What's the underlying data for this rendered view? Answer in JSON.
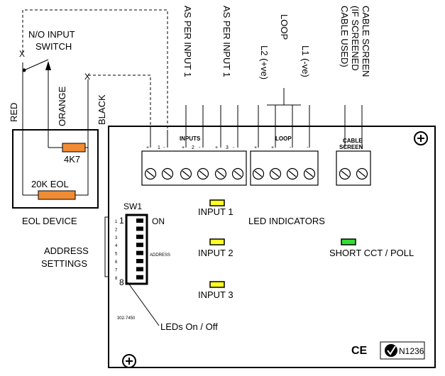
{
  "eol": {
    "input_switch_line1": "N/O INPUT",
    "input_switch_line2": "SWITCH",
    "wire_red": "RED",
    "wire_orange": "ORANGE",
    "wire_black": "BLACK",
    "resistor_4k7": "4K7",
    "resistor_20k": "20K EOL",
    "device_label": "EOL DEVICE",
    "cut_mark": "X"
  },
  "top_labels": {
    "as_per_input_1a": "AS PER INPUT 1",
    "as_per_input_1b": "AS PER INPUT 1",
    "loop": "LOOP",
    "l2": "L2 (+ve)",
    "l1": "L1  (-ve)",
    "cable_screen_1": "CABLE SCREEN",
    "cable_screen_2": "(IF SCREENED",
    "cable_screen_3": "CABLE USED)"
  },
  "board": {
    "inputs_header": "INPUTS",
    "input_pins": [
      "+",
      "1",
      "-",
      "+",
      "2",
      "-",
      "+",
      "3",
      "-"
    ],
    "loop_header": "LOOP",
    "loop_pins": [
      "+",
      "+",
      "-",
      "-"
    ],
    "cable_header_1": "CABLE",
    "cable_header_2": "SCREEN",
    "sw1": "SW1",
    "on": "ON",
    "dip_numbers": [
      "1",
      "2",
      "3",
      "4",
      "5",
      "6",
      "7",
      "8"
    ],
    "dip_big_1": "1",
    "dip_big_8": "8",
    "address_small": "ADDRESS",
    "address_settings_1": "ADDRESS",
    "address_settings_2": "SETTINGS",
    "input_1": "INPUT 1",
    "input_2": "INPUT 2",
    "input_3": "INPUT 3",
    "led_indicators": "LED INDICATORS",
    "short_cct": "SHORT CCT / POLL",
    "part_no": "302-7450",
    "leds_on_off": "LEDs On / Off",
    "ce": "CE",
    "n_number": "N1236"
  },
  "colors": {
    "resistor": "#f08c33",
    "led_yellow": "#ffff22",
    "led_green": "#33dd33"
  }
}
